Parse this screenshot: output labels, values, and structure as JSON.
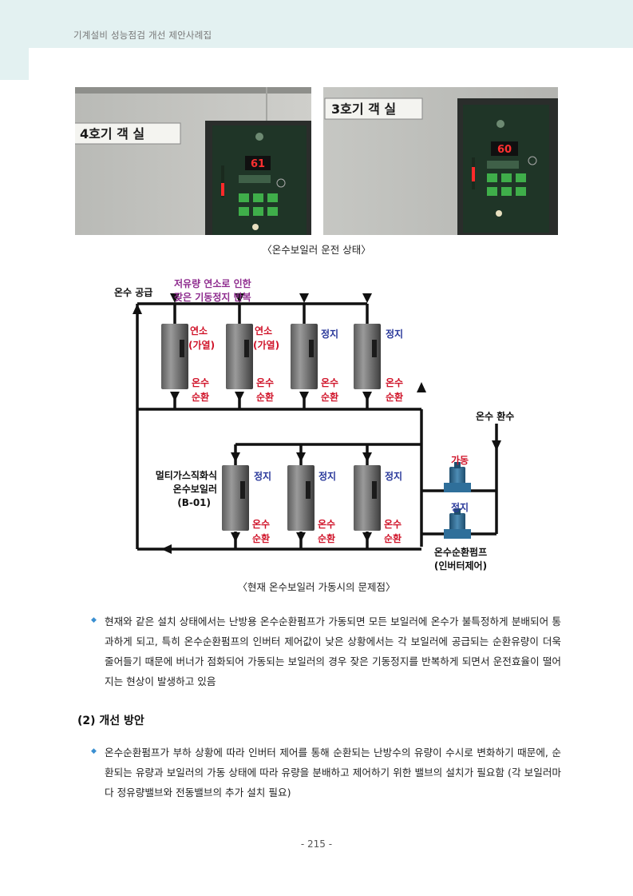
{
  "header": {
    "title": "기계설비 성능점검 개선 제안사례집"
  },
  "photos": {
    "left": {
      "room_label": "4호기 객 실",
      "display_value": "61"
    },
    "right": {
      "room_label": "3호기 객 실",
      "display_value": "60"
    },
    "caption": "〈온수보일러 운전 상태〉"
  },
  "diagram": {
    "supply_label": "온수 공급",
    "note_line1": "저유량 연소로 인한",
    "note_line2": "잦은 기동정지 반복",
    "return_label": "온수 환수",
    "boiler_name_line1": "멀티가스직화식",
    "boiler_name_line2": "온수보일러",
    "boiler_name_line3": "(B-01)",
    "top_row": [
      {
        "status1": "연소",
        "status2": "(가열)",
        "flow1": "온수",
        "flow2": "순환"
      },
      {
        "status1": "연소",
        "status2": "(가열)",
        "flow1": "온수",
        "flow2": "순환"
      },
      {
        "status1": "정지",
        "status2": "",
        "flow1": "온수",
        "flow2": "순환"
      },
      {
        "status1": "정지",
        "status2": "",
        "flow1": "온수",
        "flow2": "순환"
      }
    ],
    "bottom_row": [
      {
        "status1": "정지",
        "flow1": "온수",
        "flow2": "순환"
      },
      {
        "status1": "정지",
        "flow1": "온수",
        "flow2": "순환"
      },
      {
        "status1": "정지",
        "flow1": "온수",
        "flow2": "순환"
      }
    ],
    "pump_running": "가동",
    "pump_stopped": "정지",
    "pump_label_line1": "온수순환펌프",
    "pump_label_line2": "(인버터제어)",
    "caption": "〈현재 온수보일러 가동시의 문제점〉",
    "colors": {
      "heating": "#d0142a",
      "stopped": "#2b3a9b",
      "note": "#8e2b8e",
      "pump": "#2f6f9a"
    }
  },
  "problem_text": "현재와 같은 설치 상태에서는 난방용 온수순환펌프가 가동되면 모든 보일러에 온수가 불특정하게 분배되어 통과하게 되고, 특히 온수순환펌프의 인버터 제어값이 낮은 상황에서는 각 보일러에 공급되는 순환유량이 더욱 줄어들기 때문에 버너가 점화되어 가동되는 보일러의 경우 잦은 기동정지를 반복하게 되면서 운전효율이 떨어지는 현상이 발생하고 있음",
  "section_title": "(2) 개선 방안",
  "improvement_text": "온수순환펌프가 부하 상황에 따라 인버터 제어를 통해 순환되는 난방수의 유량이 수시로 변화하기 때문에, 순환되는 유량과 보일러의 가동 상태에 따라 유량을 분배하고 제어하기 위한 밸브의 설치가 필요함 (각 보일러마다 정유량밸브와 전동밸브의 추가 설치 필요)",
  "page_number": "- 215 -"
}
